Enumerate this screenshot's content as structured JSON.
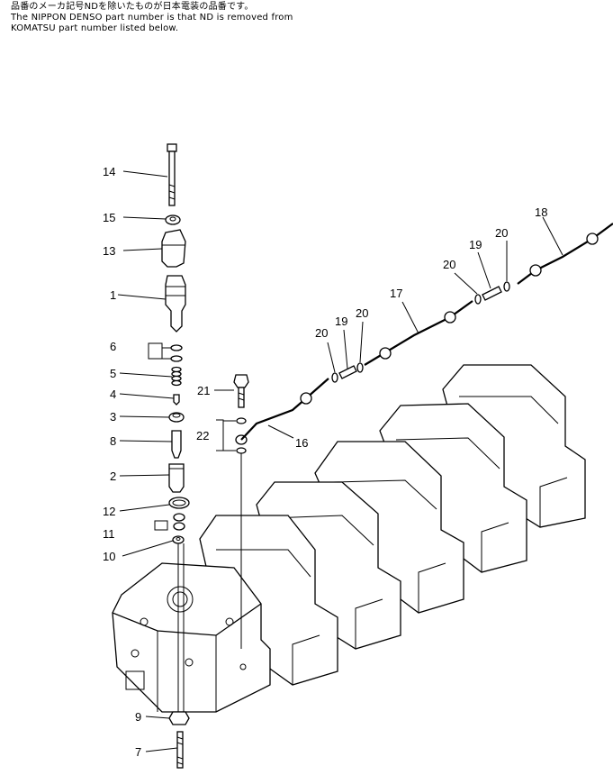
{
  "header": {
    "line1": "品番のメーカ記号NDを除いたものが日本電装の品番です。",
    "line2": "The NIPPON DENSO part number is that ND is removed from",
    "line3": "KOMATSU part number listed below."
  },
  "callouts": [
    {
      "id": "c14",
      "text": "14"
    },
    {
      "id": "c15",
      "text": "15"
    },
    {
      "id": "c13",
      "text": "13"
    },
    {
      "id": "c1",
      "text": "1"
    },
    {
      "id": "c6",
      "text": "6"
    },
    {
      "id": "c5",
      "text": "5"
    },
    {
      "id": "c4",
      "text": "4"
    },
    {
      "id": "c3",
      "text": "3"
    },
    {
      "id": "c8",
      "text": "8"
    },
    {
      "id": "c2",
      "text": "2"
    },
    {
      "id": "c12",
      "text": "12"
    },
    {
      "id": "c11",
      "text": "11"
    },
    {
      "id": "c10",
      "text": "10"
    },
    {
      "id": "c9",
      "text": "9"
    },
    {
      "id": "c7",
      "text": "7"
    },
    {
      "id": "c21",
      "text": "21"
    },
    {
      "id": "c22",
      "text": "22"
    },
    {
      "id": "c16",
      "text": "16"
    },
    {
      "id": "c20a",
      "text": "20"
    },
    {
      "id": "c19a",
      "text": "19"
    },
    {
      "id": "c20b",
      "text": "20"
    },
    {
      "id": "c17",
      "text": "17"
    },
    {
      "id": "c20c",
      "text": "20"
    },
    {
      "id": "c19b",
      "text": "19"
    },
    {
      "id": "c20d",
      "text": "20"
    },
    {
      "id": "c18",
      "text": "18"
    }
  ]
}
